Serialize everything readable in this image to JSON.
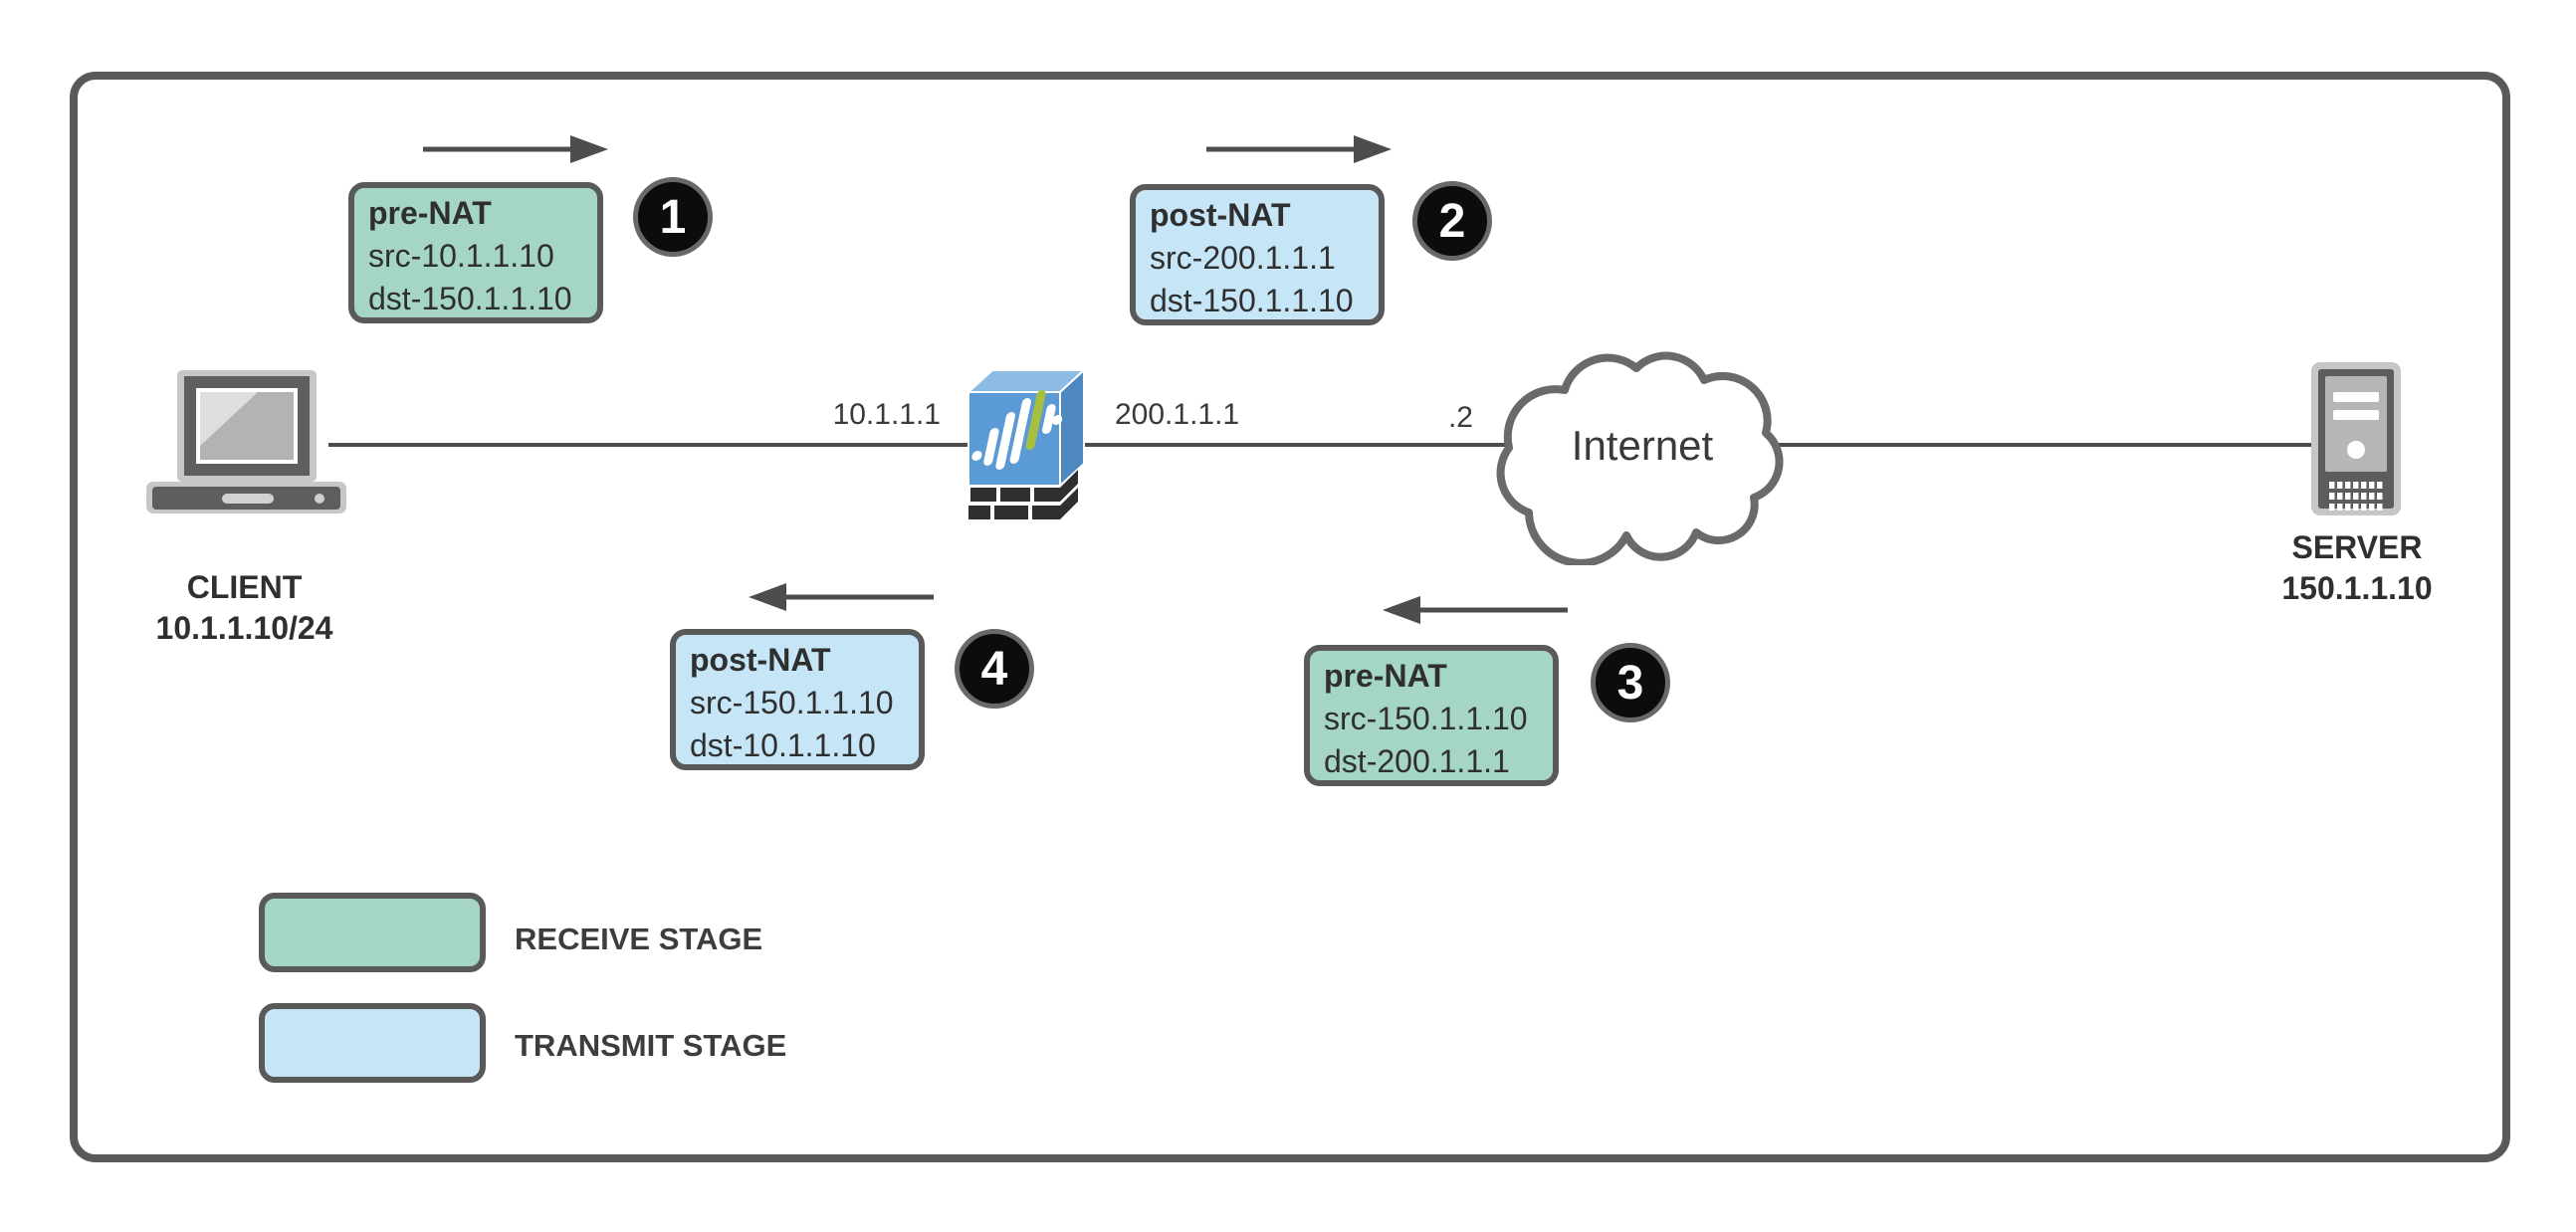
{
  "colors": {
    "receive": "#a5d6c5",
    "transmit": "#c6e6f8",
    "stroke": "#595959",
    "line": "#4d4d4d",
    "text": "#333333"
  },
  "nodes": {
    "client": {
      "name": "CLIENT",
      "address": "10.1.1.10/24"
    },
    "firewall": {
      "inside_ip": "10.1.1.1",
      "outside_ip": "200.1.1.1"
    },
    "internet": {
      "label": "Internet",
      "near_interface": ".2"
    },
    "server": {
      "name": "SERVER",
      "address": "150.1.1.10"
    }
  },
  "packets": [
    {
      "step": "1",
      "title": "pre-NAT",
      "src": "src-10.1.1.10",
      "dst": "dst-150.1.1.10",
      "stage": "receive",
      "direction": "right"
    },
    {
      "step": "2",
      "title": "post-NAT",
      "src": "src-200.1.1.1",
      "dst": "dst-150.1.1.10",
      "stage": "transmit",
      "direction": "right"
    },
    {
      "step": "3",
      "title": "pre-NAT",
      "src": "src-150.1.1.10",
      "dst": "dst-200.1.1.1",
      "stage": "receive",
      "direction": "left"
    },
    {
      "step": "4",
      "title": "post-NAT",
      "src": "src-150.1.1.10",
      "dst": "dst-10.1.1.10",
      "stage": "transmit",
      "direction": "left"
    }
  ],
  "legend": {
    "receive_label": "RECEIVE STAGE",
    "transmit_label": "TRANSMIT STAGE"
  }
}
